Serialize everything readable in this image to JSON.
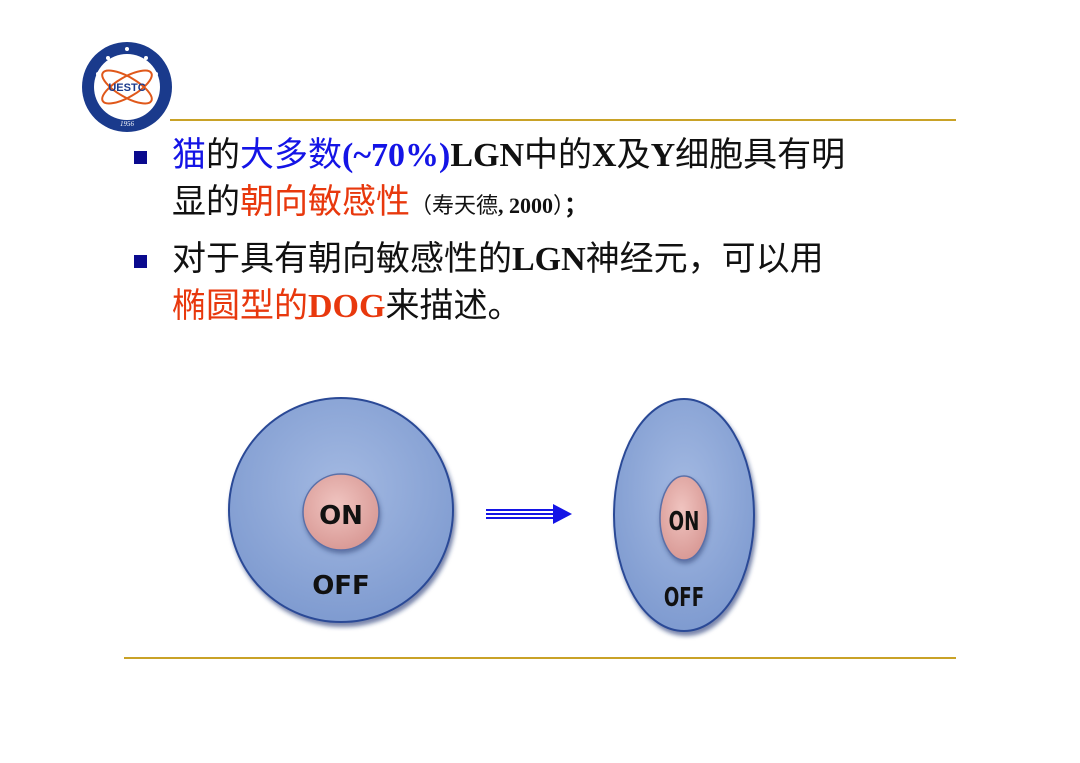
{
  "logo": {
    "text": "UESTC",
    "year": "1956",
    "colors": {
      "ring": "#1a3a8c",
      "accent": "#e0581a"
    }
  },
  "bullets": [
    {
      "segments": [
        {
          "text": "猫",
          "style": "blue"
        },
        {
          "text": "的",
          "style": "plain"
        },
        {
          "text": "大多数",
          "style": "blue"
        },
        {
          "text": "(~70%)",
          "style": "blue-bold"
        },
        {
          "text": "LGN",
          "style": "bold"
        },
        {
          "text": "中的",
          "style": "plain"
        },
        {
          "text": "X",
          "style": "bold"
        },
        {
          "text": "及",
          "style": "plain"
        },
        {
          "text": "Y",
          "style": "bold"
        },
        {
          "text": "细胞具有明",
          "style": "plain"
        }
      ],
      "line2": [
        {
          "text": "显的",
          "style": "plain"
        },
        {
          "text": "朝向敏感性",
          "style": "red"
        },
        {
          "text": "（寿天德",
          "style": "small"
        },
        {
          "text": ", 2000",
          "style": "small-bold"
        },
        {
          "text": "）",
          "style": "small"
        },
        {
          "text": "；",
          "style": "semi"
        }
      ]
    },
    {
      "segments": [
        {
          "text": "对于具有朝向敏感性的",
          "style": "plain"
        },
        {
          "text": "LGN",
          "style": "bold"
        },
        {
          "text": "神经元，可以用",
          "style": "plain"
        }
      ],
      "line2": [
        {
          "text": "椭圆型的",
          "style": "red"
        },
        {
          "text": "DOG",
          "style": "red-bold"
        },
        {
          "text": "来描述。",
          "style": "plain"
        }
      ]
    }
  ],
  "diagram": {
    "left": {
      "center_label": "ON",
      "surround_label": "OFF"
    },
    "right": {
      "center_label": "ON",
      "surround_label": "OFF"
    },
    "colors": {
      "surround": "#8fa9d8",
      "surround_edge": "#2c4a96",
      "center": "#e2aaa6",
      "center_edge": "#5a6fa8",
      "arrow": "#1414e6"
    }
  }
}
